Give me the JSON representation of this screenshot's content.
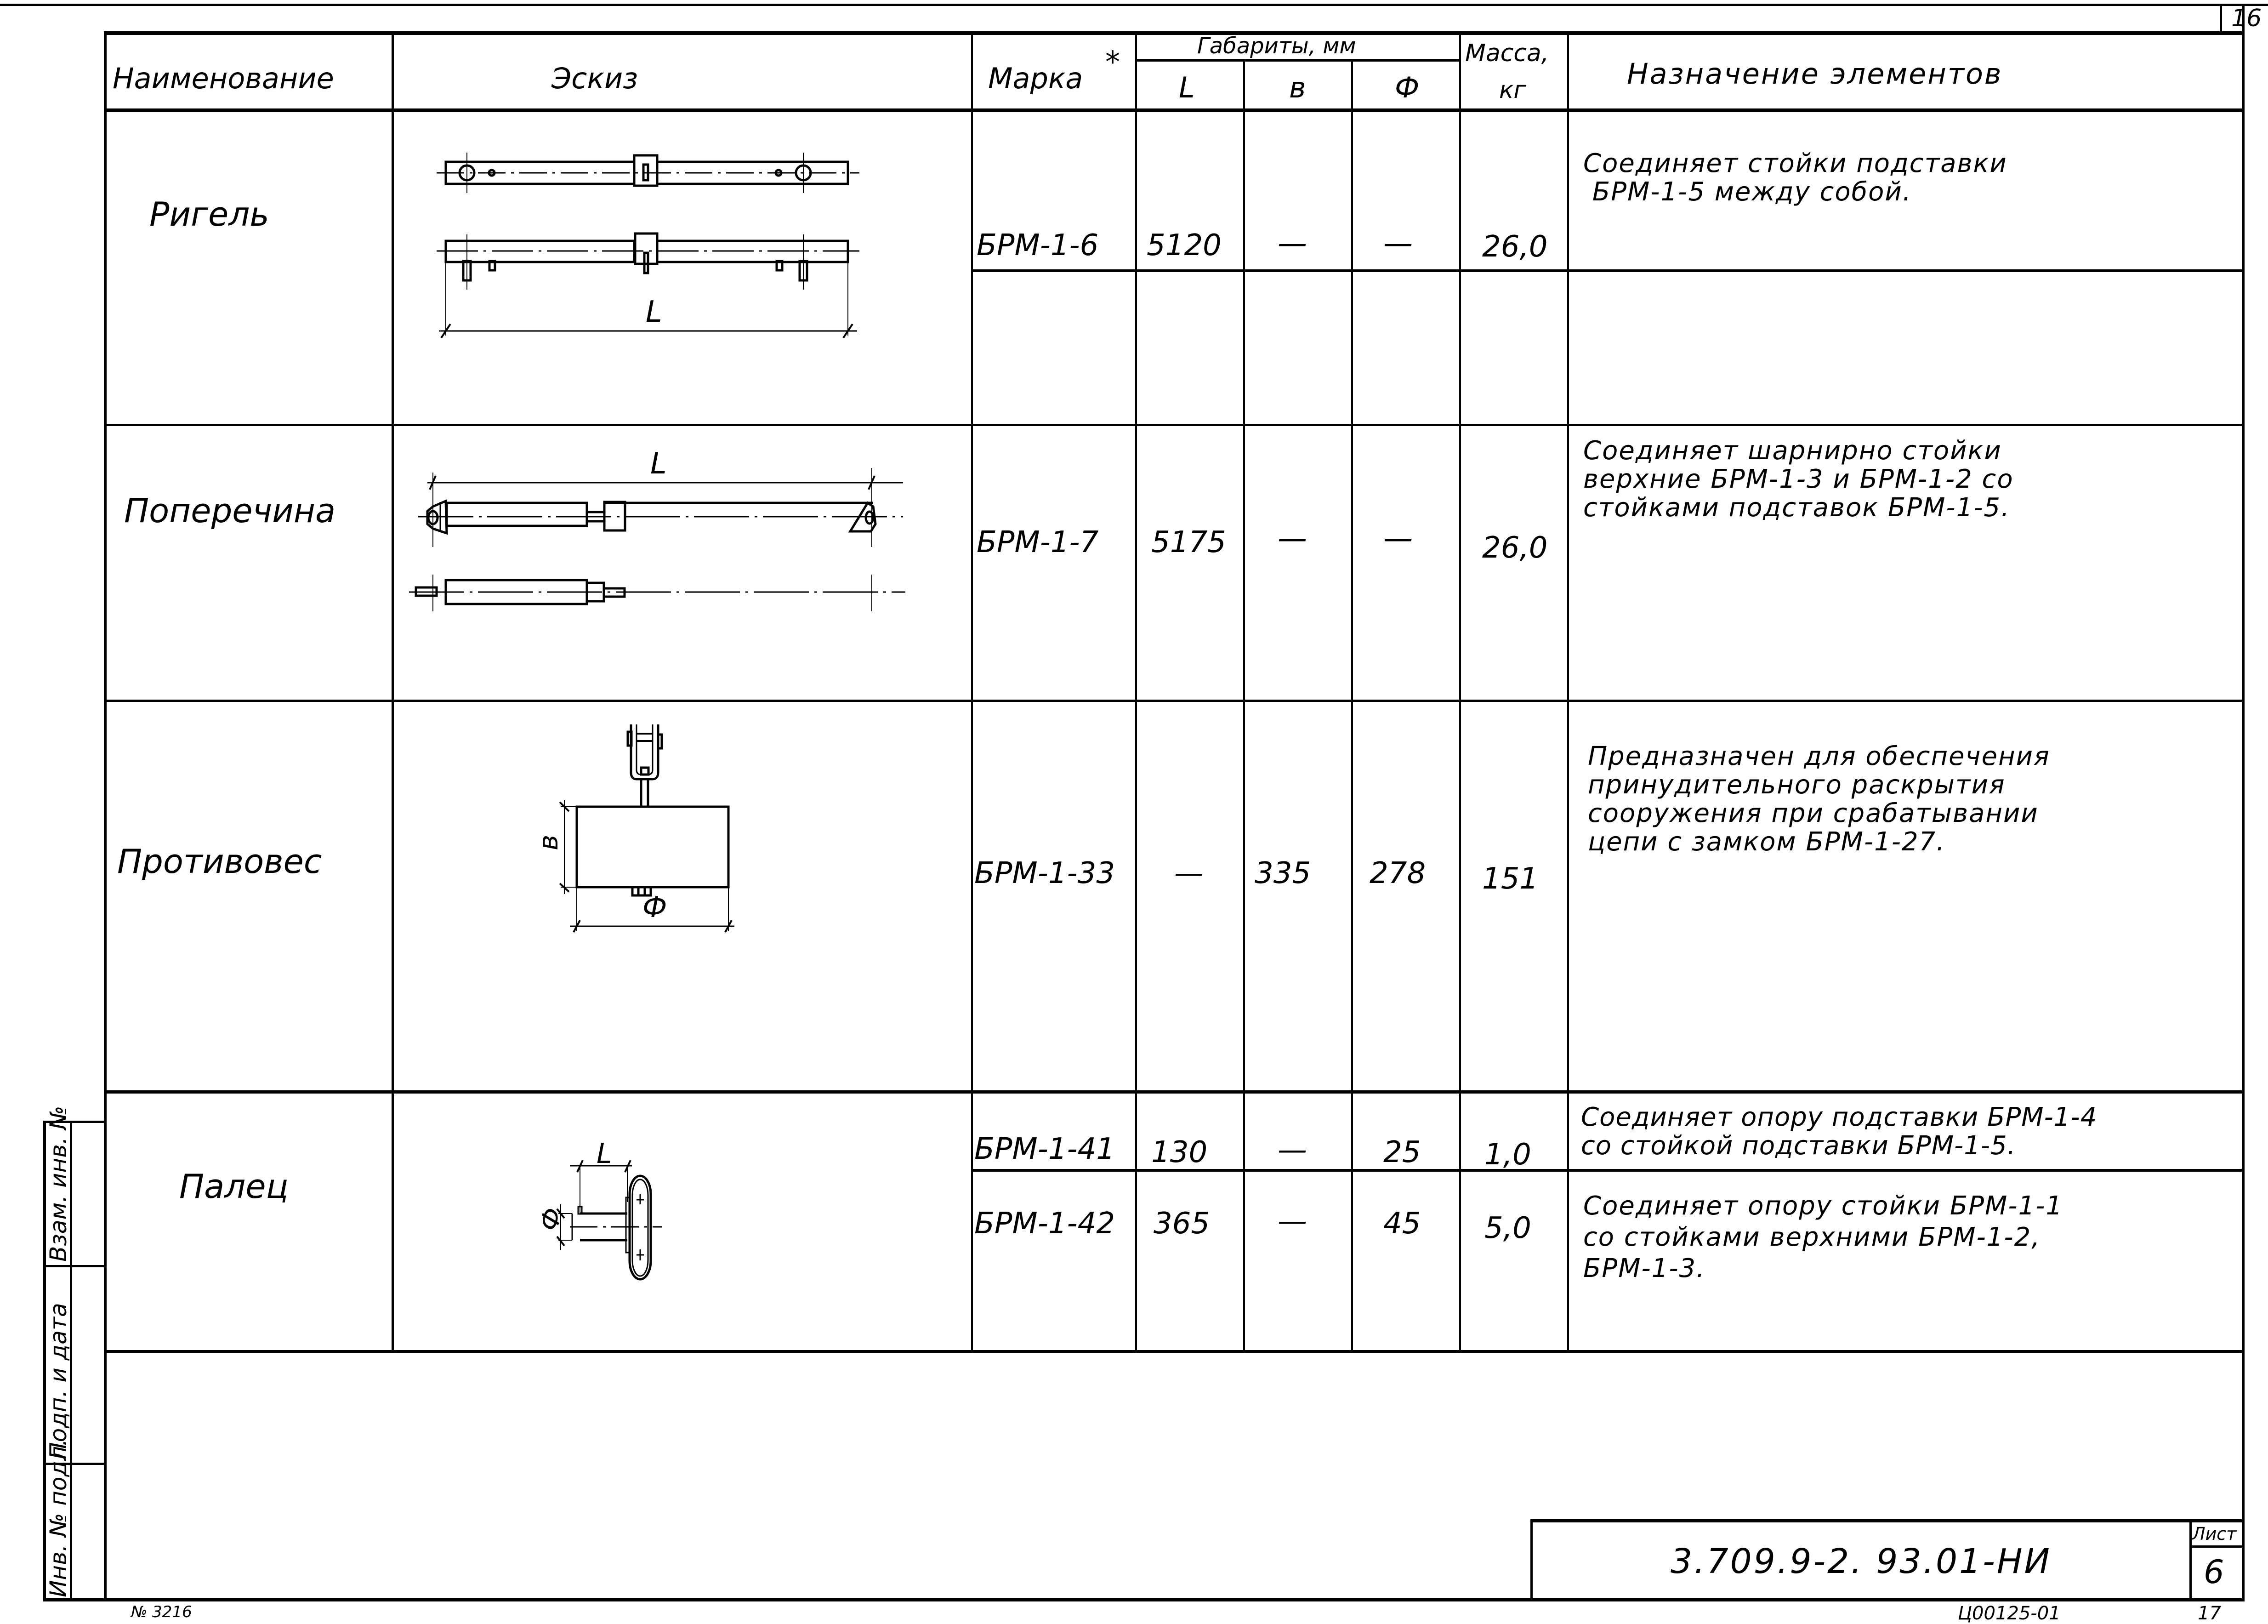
{
  "sheet_corner_number": "16",
  "table": {
    "headers": {
      "name": "Наименование",
      "sketch": "Эскиз",
      "mark": "Марка",
      "mark_footnote": "*",
      "dimensions_group": "Габариты, мм",
      "dim_L": "L",
      "dim_b": "в",
      "dim_phi": "Ф",
      "mass_line1": "Масса,",
      "mass_line2": "кг",
      "purpose": "Назначение элементов"
    },
    "rows": [
      {
        "name": "Ригель",
        "sketch": "rigel-beam-sketch",
        "sketch_dim_label": "L",
        "mark": "БРМ-1-6",
        "L": "5120",
        "b": "—",
        "phi": "—",
        "mass": "26,0",
        "purpose": "Соединяет стойки подставки\n БРМ-1-5 между собой."
      },
      {
        "name": "Поперечина",
        "sketch": "crossbar-sketch",
        "sketch_dim_label": "L",
        "mark": "БРМ-1-7",
        "L": "5175",
        "b": "—",
        "phi": "—",
        "mass": "26,0",
        "purpose": "Соединяет шарнирно стойки\nверхние БРМ-1-3 и БРМ-1-2 со\nстойками подставок БРМ-1-5."
      },
      {
        "name": "Противовес",
        "sketch": "counterweight-sketch",
        "sketch_dim_label_b": "в",
        "sketch_dim_label_phi": "Ф",
        "mark": "БРМ-1-33",
        "L": "—",
        "b": "335",
        "phi": "278",
        "mass": "151",
        "purpose": "Предназначен для обеспечения\nпринудительного раскрытия\nсооружения при срабатывании\nцепи с замком БРМ-1-27."
      },
      {
        "name": "Палец",
        "sketch": "pin-sketch",
        "sketch_dim_label_L": "L",
        "sketch_dim_label_phi": "Ф",
        "variants": [
          {
            "mark": "БРМ-1-41",
            "L": "130",
            "b": "—",
            "phi": "25",
            "mass": "1,0",
            "purpose": "Соединяет опору подставки БРМ-1-4\nсо стойкой подставки БРМ-1-5."
          },
          {
            "mark": "БРМ-1-42",
            "L": "365",
            "b": "—",
            "phi": "45",
            "mass": "5,0",
            "purpose": "Соединяет опору стойки БРМ-1-1\nсо стойками верхними БРМ-1-2,\nБРМ-1-3."
          }
        ]
      }
    ]
  },
  "side_stamp": {
    "field1": "Взам. инв. №",
    "field2": "Подп. и дата",
    "field3": "Инв. № подл."
  },
  "title_block": {
    "document_code": "3.709.9-2. 93.01-НИ",
    "sheet_label": "Лист",
    "sheet_number": "6"
  },
  "footer": {
    "left_note": "№ 3216",
    "archive_code": "Ц00125-01",
    "page_number": "17"
  }
}
